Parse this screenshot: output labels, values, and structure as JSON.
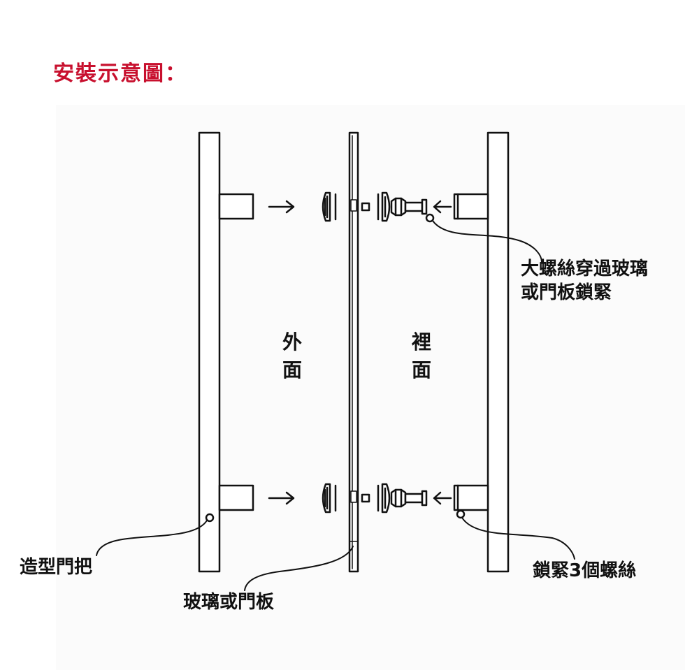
{
  "title": "安裝示意圖：",
  "colors": {
    "title": "#c8102e",
    "line": "#111111",
    "background": "#ffffff"
  },
  "labels": {
    "outside": [
      "外",
      "面"
    ],
    "inside": [
      "裡",
      "面"
    ],
    "big_screw": [
      "大螺絲穿過玻璃",
      "或門板鎖緊"
    ],
    "handle": "造型門把",
    "glass": "玻璃或門板",
    "lock_screws": "鎖緊3個螺絲"
  }
}
